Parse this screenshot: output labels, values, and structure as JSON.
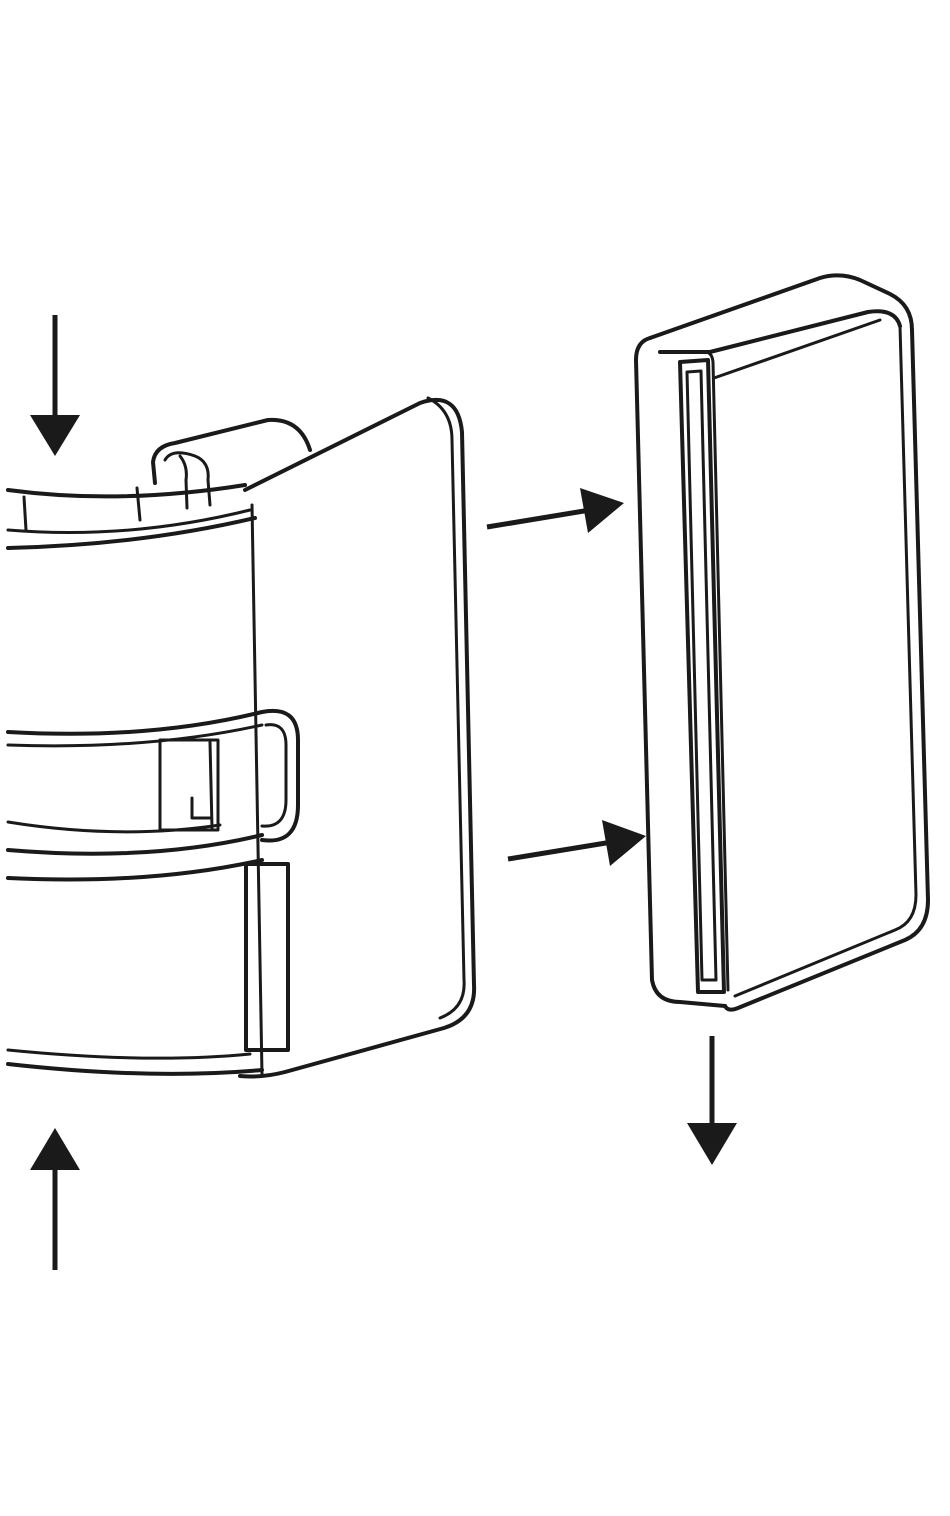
{
  "diagram": {
    "kind": "assembly-illustration",
    "colors": {
      "line": "#1a1a1a",
      "background": "#ffffff"
    },
    "parts": [
      {
        "id": "clip-body",
        "icon": "curved-clip-icon"
      },
      {
        "id": "end-cap",
        "icon": "rounded-cap-icon"
      }
    ],
    "arrows": [
      {
        "id": "press-down-left",
        "direction": "down"
      },
      {
        "id": "press-up-left",
        "direction": "up"
      },
      {
        "id": "push-right-upper",
        "direction": "right"
      },
      {
        "id": "push-right-lower",
        "direction": "right"
      },
      {
        "id": "slide-down-right",
        "direction": "down"
      }
    ]
  }
}
